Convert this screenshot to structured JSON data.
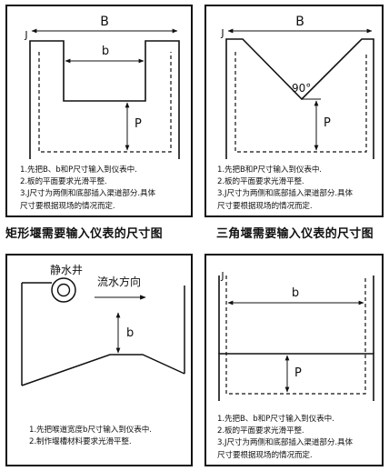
{
  "panel_rect": {
    "dim_B": "B",
    "dim_b": "b",
    "dim_P": "P",
    "label_J": "J",
    "notes": [
      "1.先把B、b和P尺寸输入到仪表中.",
      "2.板的平面要求光滑平整.",
      "3.J尺寸为两侧和底部插入渠道部分.具体",
      "   尺寸要根据现场的情况而定."
    ],
    "caption": "矩形堰需要输入仪表的尺寸图"
  },
  "panel_tri": {
    "dim_B": "B",
    "dim_P": "P",
    "label_J": "J",
    "angle": "90°",
    "notes": [
      "1.先把B和P尺寸输入到仪表中.",
      "2.板的平面要求光滑平整.",
      "3.J尺寸为两侧和底部插入渠道部分.具体",
      "   尺寸要根据现场的情况而定."
    ],
    "caption": "三角堰需要输入仪表的尺寸图"
  },
  "panel_flume": {
    "well_label": "静水井",
    "flow_label": "流水方向",
    "dim_b": "b",
    "notes": [
      "1.先把喉道宽度b尺寸输入到仪表中.",
      "2.制作堰槽材料要求光滑平整."
    ]
  },
  "panel_wide": {
    "dim_b": "b",
    "dim_P": "P",
    "label_J": "J",
    "notes": [
      "1.先把B、b和P尺寸输入到仪表中.",
      "2.板的平面要求光滑平整.",
      "3.J尺寸为两侧和底部插入渠道部分.具体",
      "   尺寸要根据现场的情况而定."
    ]
  }
}
